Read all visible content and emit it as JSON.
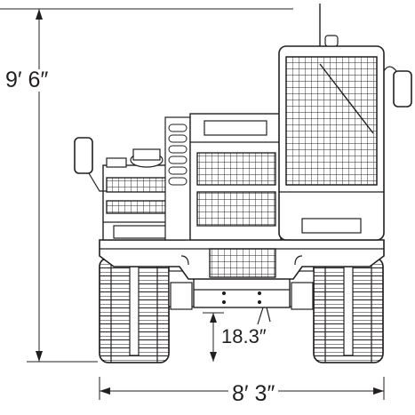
{
  "dimensions": {
    "overall_height": "9′ 6″",
    "ground_clearance": "18.3″",
    "overall_width": "8′ 3″"
  },
  "colors": {
    "line": "#231f20",
    "background": "#ffffff"
  }
}
